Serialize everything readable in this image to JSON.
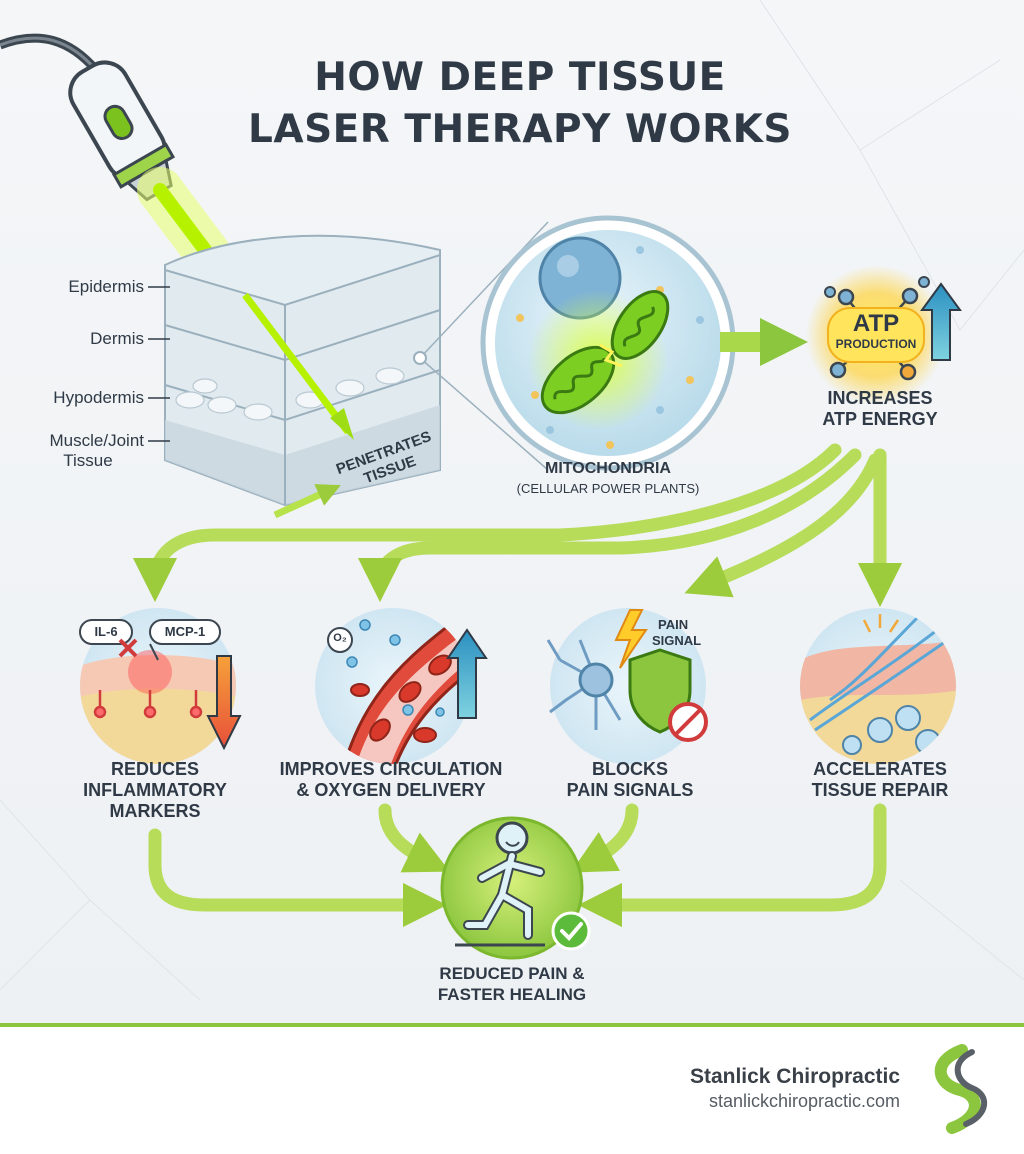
{
  "title": {
    "line1": "HOW DEEP TISSUE",
    "line2": "LASER THERAPY WORKS"
  },
  "skin_layers": {
    "epidermis": "Epidermis",
    "dermis": "Dermis",
    "hypodermis": "Hypodermis",
    "muscle_line1": "Muscle/Joint",
    "muscle_line2": "Tissue"
  },
  "penetrates": {
    "line1": "PENETRATES",
    "line2": "TISSUE"
  },
  "mitochondria": {
    "line1": "MITOCHONDRIA",
    "line2": "(CELLULAR POWER PLANTS)"
  },
  "atp": {
    "badge_main": "ATP",
    "badge_sub": "PRODUCTION",
    "line1": "INCREASES",
    "line2": "ATP ENERGY"
  },
  "effects": {
    "inflammation": {
      "marker1": "IL-6",
      "marker2": "MCP-1",
      "line1": "REDUCES",
      "line2": "INFLAMMATORY",
      "line3": "MARKERS"
    },
    "circulation": {
      "o2": "O₂",
      "line1": "IMPROVES CIRCULATION",
      "line2": "& OXYGEN DELIVERY"
    },
    "pain": {
      "tag1": "PAIN",
      "tag2": "SIGNAL",
      "line1": "BLOCKS",
      "line2": "PAIN SIGNALS"
    },
    "repair": {
      "line1": "ACCELERATES",
      "line2": "TISSUE REPAIR"
    }
  },
  "outcome": {
    "line1": "REDUCED PAIN &",
    "line2": "FASTER HEALING"
  },
  "brand": {
    "name": "Stanlick Chiropractic",
    "url": "stanlickchiropractic.com"
  },
  "colors": {
    "accent_green": "#8cc63f",
    "laser_green": "#b6f200",
    "text_dark": "#2f3a46",
    "down_arrow_red": "#e8503a",
    "up_arrow_teal": "#2b8fc0"
  }
}
